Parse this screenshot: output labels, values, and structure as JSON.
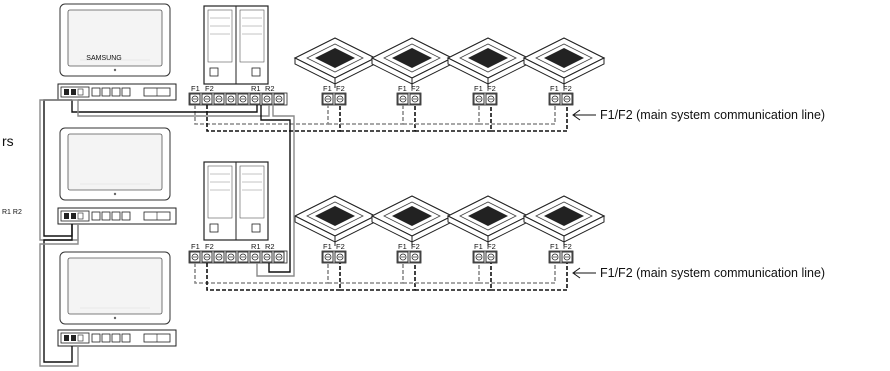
{
  "terminal_labels": {
    "f1": "F1",
    "f2": "F2",
    "r1": "R1",
    "r2": "R2"
  },
  "controller_left_label": "R1  R2",
  "side_text_fragment": "rs",
  "brand_text": "SAMSUNG",
  "communication_line_label": "F1/F2 (main system communication line)",
  "colors": {
    "line_dark": "#111111",
    "line_gray": "#8a8a8a",
    "panel_screen": "#f3f3f3",
    "unit_fill": "#ffffff"
  }
}
